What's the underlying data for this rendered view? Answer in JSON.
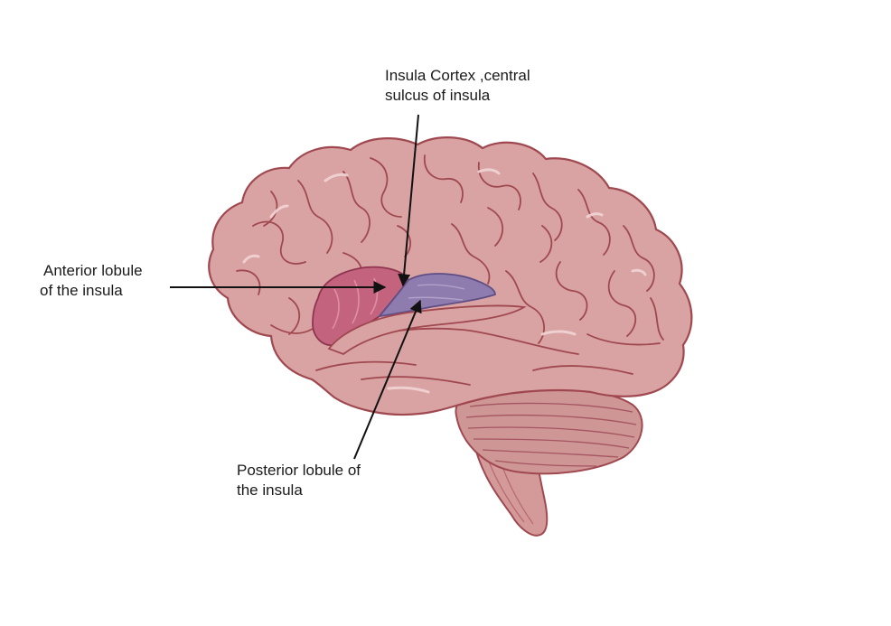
{
  "labels": {
    "central_sulcus": {
      "line1": "Insula Cortex ,central",
      "line2": "sulcus of insula"
    },
    "anterior_lobule": {
      "line1": "Anterior lobule",
      "line2": "of the insula"
    },
    "posterior_lobule": {
      "line1": "Posterior lobule of",
      "line2": "the insula"
    }
  },
  "colors": {
    "brain_fill": "#d9a3a3",
    "brain_stroke": "#a0484f",
    "cerebellum_fill": "#cf9696",
    "anterior_insula": "#c4637d",
    "posterior_insula": "#8e7cae",
    "arrow": "#111111"
  }
}
